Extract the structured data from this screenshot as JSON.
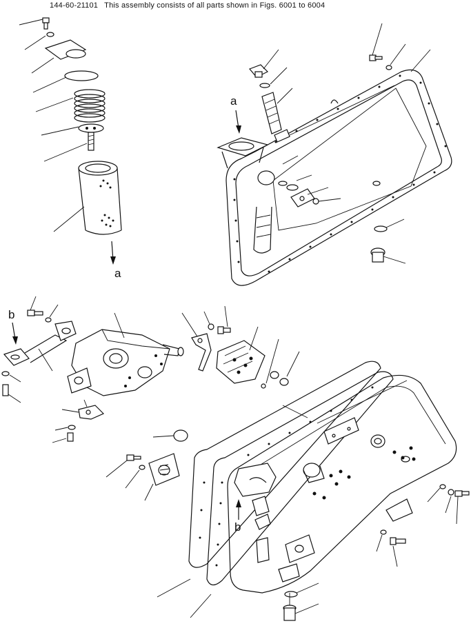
{
  "header": {
    "part_code": "144-60-21101",
    "note": "This assembly consists of all parts shown in Figs. 6001 to 6004"
  },
  "callouts": {
    "a_top": "a",
    "a_filter": "a",
    "b_left": "b",
    "b_bottom": "b"
  },
  "colors": {
    "ink": "#111111",
    "paper": "#ffffff"
  }
}
